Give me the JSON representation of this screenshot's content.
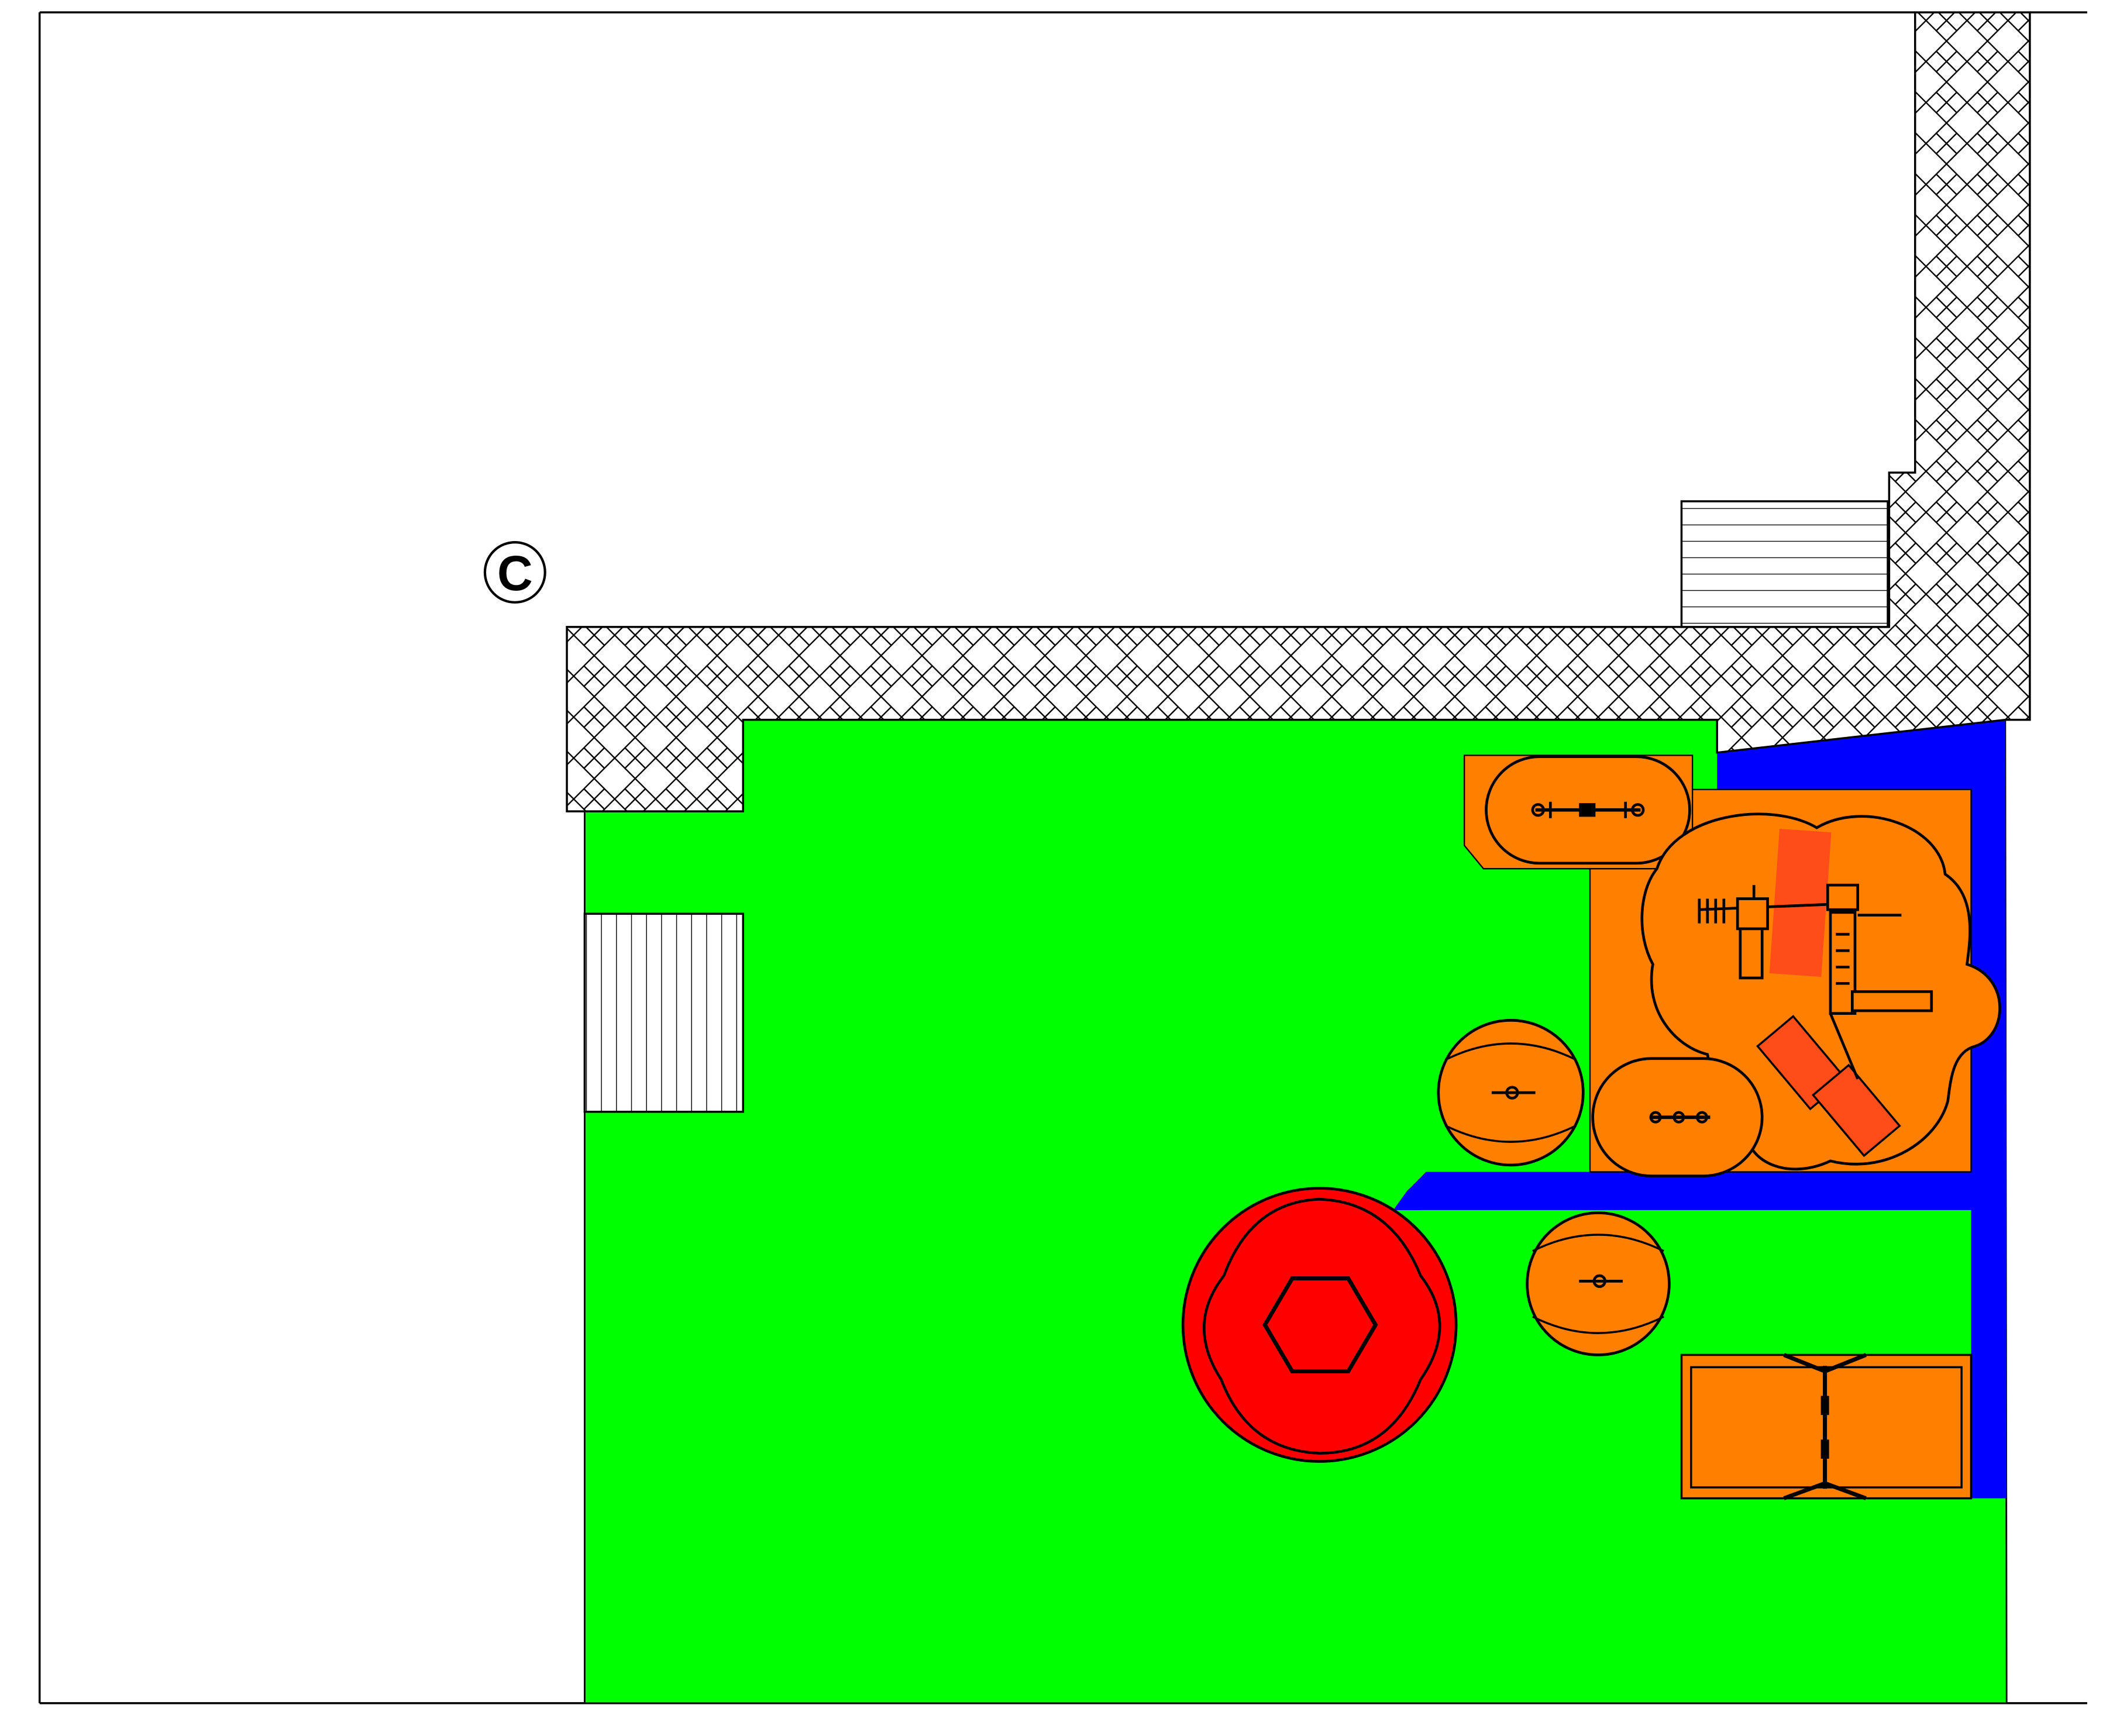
{
  "plan": {
    "marker": {
      "label": "C"
    },
    "colors": {
      "lawn": "#00ff00",
      "safety_surface": "#ff8000",
      "path": "#0000ff",
      "carousel": "#ff0000",
      "slide": "#ff4d1a",
      "paving_hatch": "#000000",
      "outline": "#000000",
      "background": "#ffffff"
    },
    "elements": [
      "boundary",
      "paving-herringbone",
      "steps",
      "lawn",
      "blue-path",
      "spring-rocker-x3",
      "seesaw",
      "play-complex",
      "carousel",
      "swing-set"
    ]
  }
}
